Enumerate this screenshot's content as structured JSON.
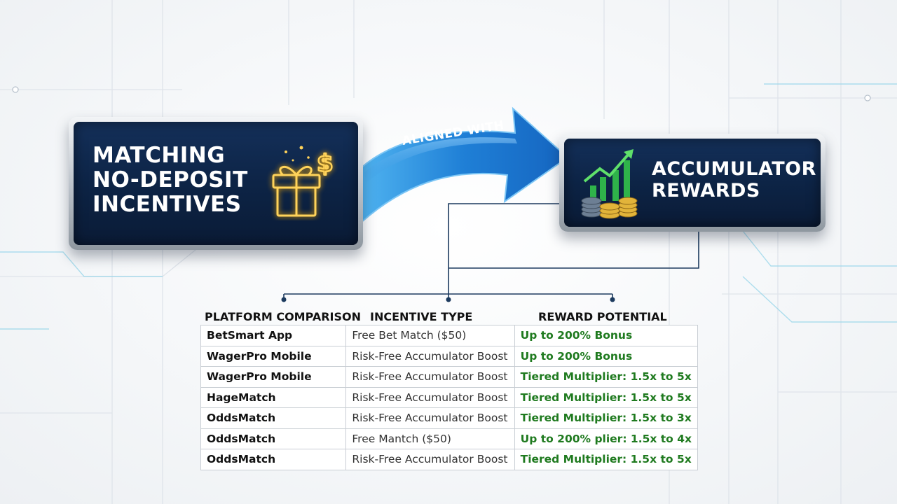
{
  "left_box": {
    "title_lines": [
      "MATCHING",
      "NO-DEPOSIT",
      "INCENTIVES"
    ],
    "icon": "gift-dollar-icon"
  },
  "arrow": {
    "label": "ALIGNED WITH"
  },
  "right_box": {
    "title_lines": [
      "ACCUMULATOR",
      "REWARDS"
    ],
    "icon": "coins-growth-chart-icon"
  },
  "colors": {
    "box_fill": "#0d2446",
    "arrow_blue": "#1f7fd6",
    "icon_gold": "#ffd35a",
    "reward_green": "#1f7a1f",
    "connector": "#1c3a5e"
  },
  "table": {
    "headers": [
      "PLATFORM COMPARISON",
      "INCENTIVE TYPE",
      "REWARD POTENTIAL"
    ],
    "rows": [
      [
        "BetSmart App",
        "Free Bet Match ($50)",
        "Up to 200% Bonus"
      ],
      [
        "WagerPro Mobile",
        "Risk-Free Accumulator Boost",
        "Up to 200% Bonus"
      ],
      [
        "WagerPro Mobile",
        "Risk-Free Accumulator Boost",
        "Tiered Multiplier: 1.5x to 5x"
      ],
      [
        "HageMatch",
        "Risk-Free Accumulator Boost",
        "Tiered Multiplier: 1.5x to 5x"
      ],
      [
        "OddsMatch",
        "Risk-Free Accumulator Boost",
        "Tiered Multiplier: 1.5x to 3x"
      ],
      [
        "OddsMatch",
        "Free Mantch ($50)",
        "Up to 200% plier: 1.5x to 4x"
      ],
      [
        "OddsMatch",
        "Risk-Free Accumulator Boost",
        "Tiered Multiplier: 1.5x to 5x"
      ]
    ]
  }
}
